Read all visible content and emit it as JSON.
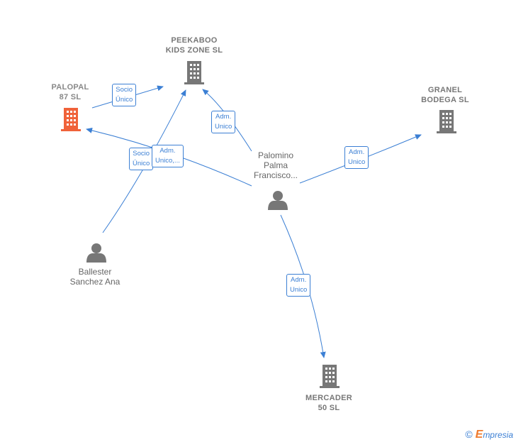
{
  "companies": {
    "peekaboo": {
      "line1": "PEEKABOO",
      "line2": "KIDS ZONE  SL"
    },
    "palopal": {
      "line1": "PALOPAL",
      "line2": "87  SL"
    },
    "granel": {
      "line1": "GRANEL",
      "line2": "BODEGA  SL"
    },
    "mercader": {
      "line1": "MERCADER",
      "line2": "50  SL"
    }
  },
  "people": {
    "palomino": {
      "line1": "Palomino",
      "line2": "Palma",
      "line3": "Francisco..."
    },
    "ballester": {
      "line1": "Ballester",
      "line2": "Sanchez Ana"
    }
  },
  "edges": {
    "socio_unico_1": {
      "line1": "Socio",
      "line2": "Único"
    },
    "adm_unico_peekaboo": {
      "line1": "Adm.",
      "line2": "Unico"
    },
    "socio_unico_2": {
      "line1": "Socio",
      "line2": "Único"
    },
    "adm_unico_multi": {
      "line1": "Adm.",
      "line2": "Unico,..."
    },
    "adm_unico_granel": {
      "line1": "Adm.",
      "line2": "Unico"
    },
    "adm_unico_mercader": {
      "line1": "Adm.",
      "line2": "Unico"
    }
  },
  "colors": {
    "edge": "#3b7fd4",
    "building_main": "#f0623a",
    "building": "#777777",
    "person": "#777777"
  },
  "icons": {
    "company": "building-icon",
    "person": "person-icon"
  },
  "footer": {
    "copyright": "©",
    "brand_first": "E",
    "brand_rest": "mpresia"
  }
}
